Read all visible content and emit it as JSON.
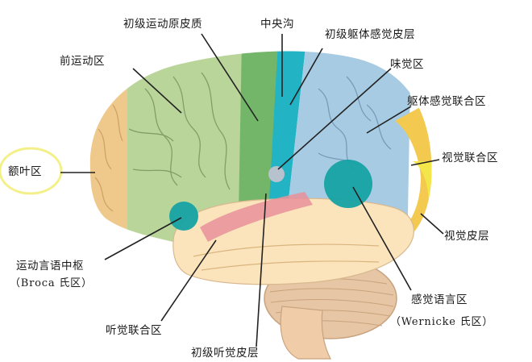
{
  "labels": {
    "primary_motor": "初级运动原皮质",
    "central_sulcus": "中央沟",
    "primary_somatosensory": "初级躯体感觉皮层",
    "premotor": "前运动区",
    "gustatory": "味觉区",
    "somatosensory_association": "躯体感觉联合区",
    "frontal_lobe": "额叶区",
    "visual_association": "视觉联合区",
    "visual_cortex": "视觉皮层",
    "broca_name": "运动言语中枢",
    "broca_sub": "（Broca 氏区）",
    "auditory_association": "听觉联合区",
    "sensory_language_name": "感觉语言区",
    "sensory_language_sub": "（Wernicke 氏区）",
    "primary_auditory": "初级听觉皮层"
  },
  "colors": {
    "frontal": "#efc98c",
    "premotor": "#b9d59a",
    "motor": "#73b66a",
    "central": "#22b3c4",
    "somatosensory": "#a7cbe2",
    "occipital": "#f3c94f",
    "visual": "#f2e64a",
    "temporal": "#fbe4bc",
    "broca_wernicke": "#16a2a3",
    "auditory": "#e8909a",
    "cerebellum": "#e6c6a4",
    "frontal_highlight": "#f3f08a"
  }
}
